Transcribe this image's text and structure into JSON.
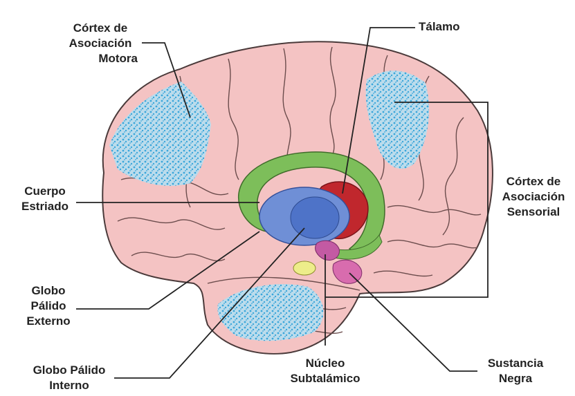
{
  "colors": {
    "brain": "#f4c3c3",
    "brain_outline": "#4a3a3a",
    "association_area": "#bcdcec",
    "association_dots": "#3aa6da",
    "striatum": "#7dbe5a",
    "globus_pallidus": "#6f8fd6",
    "globus_pallidus_inner": "#4e73c8",
    "thalamus": "#c0272d",
    "subthalamic": "#c35aa3",
    "substantia_nigra": "#d86cae",
    "yellow_nucleus": "#eded8a",
    "leader_line": "#222222"
  },
  "labels": {
    "motor_cortex": [
      "Córtex de",
      "Asociación",
      "Motora"
    ],
    "thalamus": [
      "Tálamo"
    ],
    "sensory_cortex": [
      "Córtex de",
      "Asociación",
      "Sensorial"
    ],
    "striatum": [
      "Cuerpo",
      "Estriado"
    ],
    "gp_externo": [
      "Globo",
      "Pálido",
      "Externo"
    ],
    "gp_interno": [
      "Globo Pálido",
      "Interno"
    ],
    "subthalamic": [
      "Núcleo",
      "Subtalámico"
    ],
    "substantia_nigra": [
      "Sustancia",
      "Negra"
    ]
  }
}
